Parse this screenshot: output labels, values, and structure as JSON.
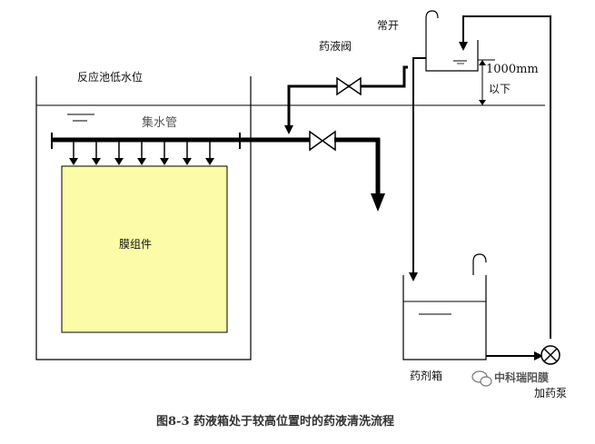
{
  "labels": {
    "reaction_tank_low_level": "反应池低水位",
    "collector_pipe": "集水管",
    "membrane_module": "膜组件",
    "chemical_valve": "药液阀",
    "normally_open": "常开",
    "height_value": "1000mm",
    "height_below": "以下",
    "chemical_tank": "药剂箱",
    "dosing_pump": "加药泵"
  },
  "watermark": "中科瑞阳膜",
  "caption": "图8-3 药液箱处于较高位置时的药液清洗流程",
  "colors": {
    "membrane_fill": "#FBFBA8",
    "line": "#000000",
    "caption": "#333333"
  }
}
